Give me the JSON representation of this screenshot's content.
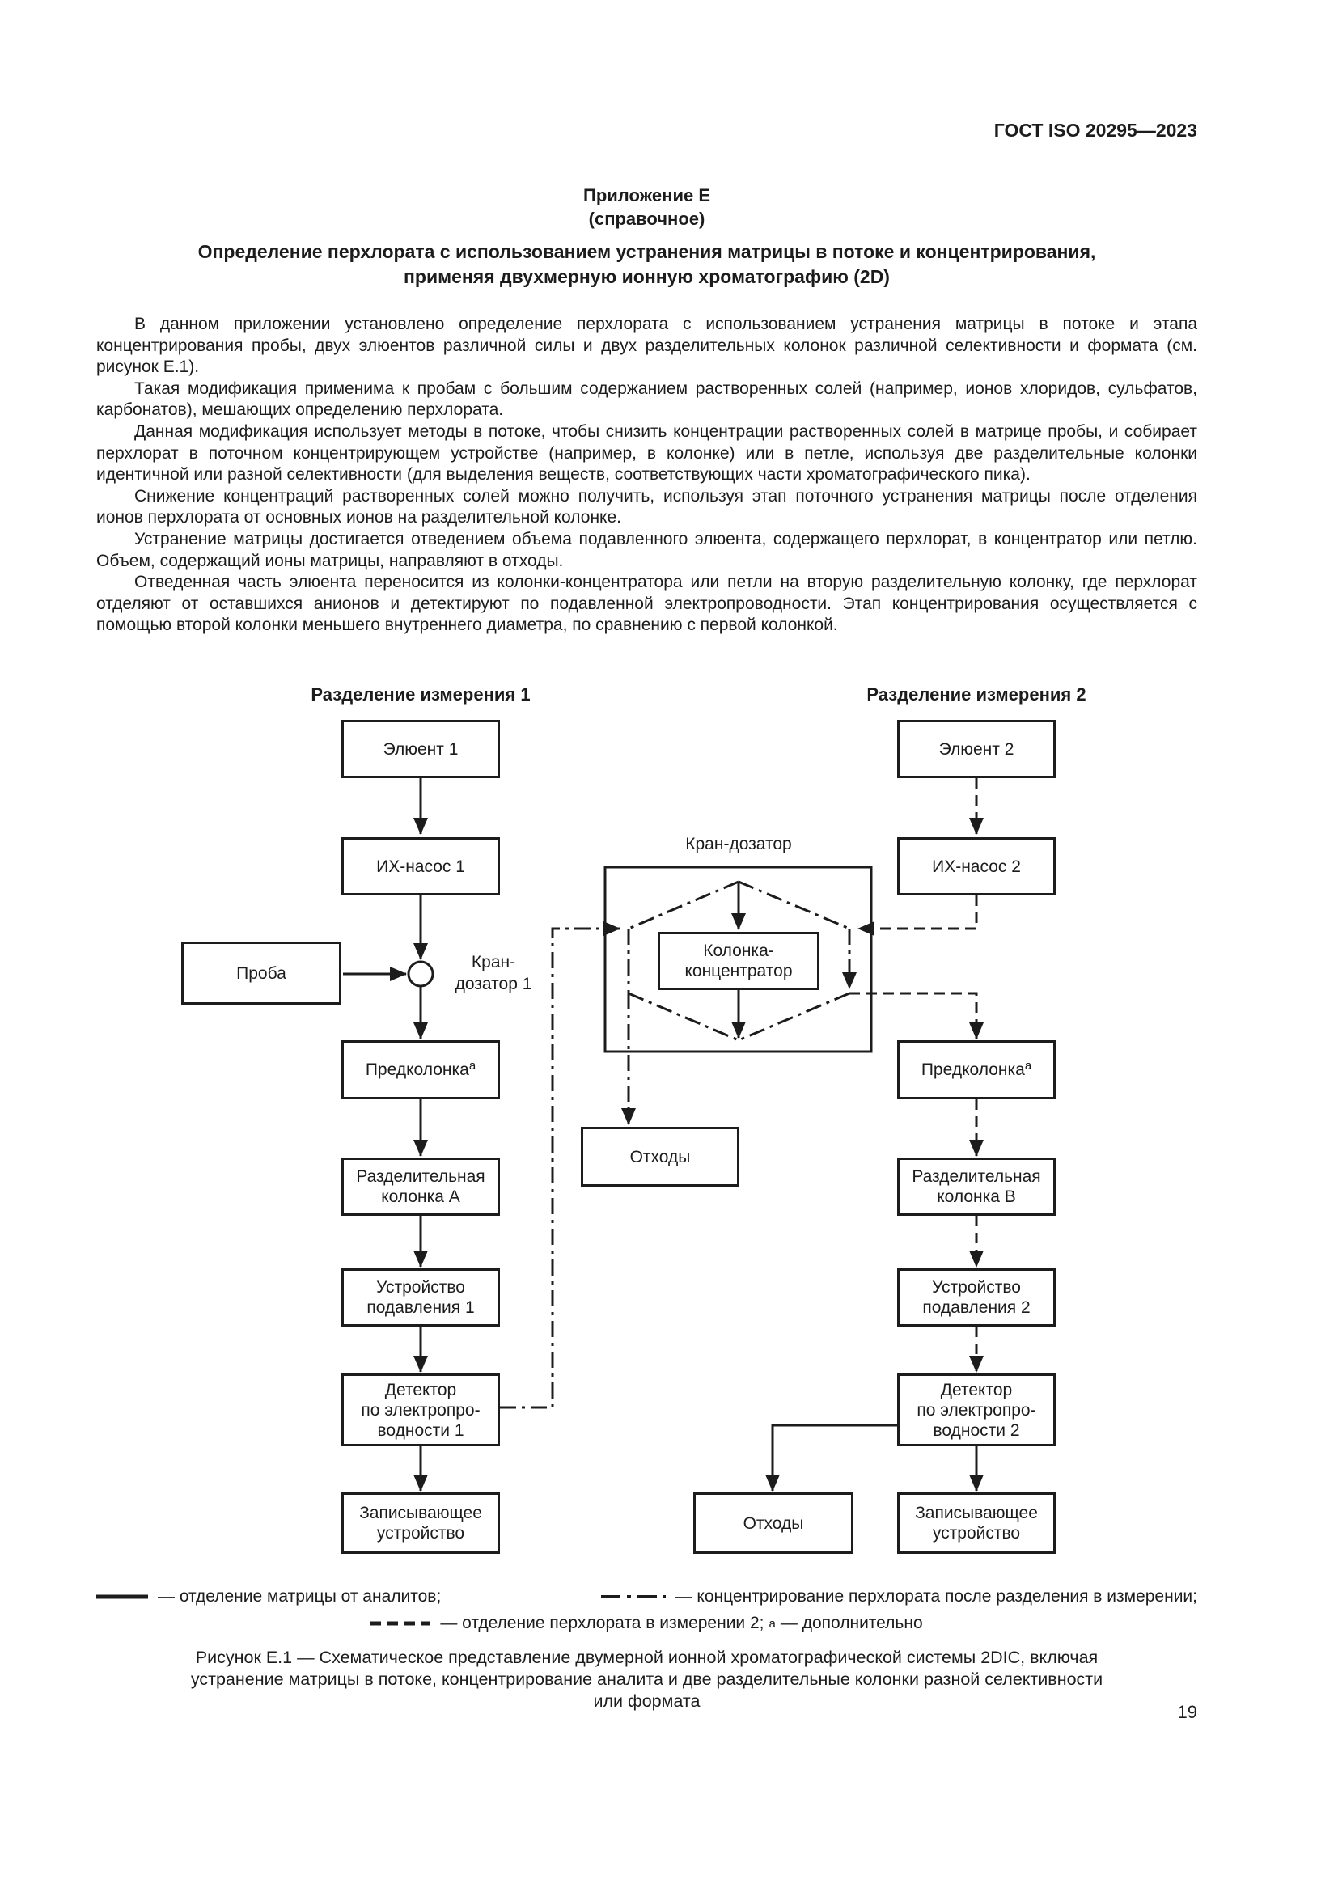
{
  "header": "ГОСТ ISO 20295—2023",
  "appendix": {
    "name": "Приложение Е",
    "kind": "(справочное)"
  },
  "title": "Определение перхлората с использованием устранения матрицы в потоке и концентрирования,\nприменяя двухмерную ионную хроматографию (2D)",
  "paragraphs": [
    "В данном приложении установлено определение перхлората с использованием устранения матрицы в потоке и этапа концентрирования пробы, двух элюентов различной силы и двух разделительных колонок различной селективности и формата (см. рисунок Е.1).",
    "Такая модификация применима к пробам с большим содержанием растворенных солей (например, ионов хлоридов, сульфатов, карбонатов), мешающих определению перхлората.",
    "Данная модификация использует методы в потоке, чтобы снизить концентрации растворенных солей в матрице пробы, и собирает перхлорат в поточном концентрирующем устройстве (например, в колонке) или в петле, используя две разделительные колонки идентичной или разной селективности (для выделения веществ, соответствующих части хроматографического пика).",
    "Снижение концентраций растворенных солей можно получить, используя этап поточного устранения матрицы после отделения ионов перхлората от основных ионов на разделительной колонке.",
    "Устранение матрицы достигается отведением объема подавленного элюента, содержащего перхлорат, в концентратор или петлю. Объем, содержащий ионы матрицы, направляют в отходы.",
    "Отведенная часть элюента переносится из колонки-концентратора или петли на вторую разделительную колонку, где перхлорат отделяют от оставшихся анионов и детектируют по подавленной электропроводности. Этап концентрирования осуществляется с помощью второй колонки меньшего внутреннего диаметра, по сравнению с первой колонкой."
  ],
  "figure": {
    "col1_header": "Разделение измерения 1",
    "col2_header": "Разделение измерения 2",
    "valve_label": "Кран-дозатор",
    "valve1_label": "Кран-\nдозатор 1",
    "boxes": {
      "eluent1": "Элюент 1",
      "pump1": "ИХ-насос 1",
      "sample": "Проба",
      "precolumn": "Предколонка",
      "precolumn_sup": "а",
      "sepcol_a": "Разделительная\nколонка А",
      "suppressor1": "Устройство\nподавления 1",
      "detector1": "Детектор\nпо электропро-\nводности 1",
      "recorder": "Записывающее\nустройство",
      "concentrator": "Колонка-\nконцентратор",
      "waste": "Отходы",
      "eluent2": "Элюент 2",
      "pump2": "ИХ-насос 2",
      "sepcol_b": "Разделительная\nколонка В",
      "suppressor2": "Устройство\nподавления 2",
      "detector2": "Детектор\nпо электропро-\nводности 2"
    }
  },
  "legend": {
    "solid_label": "— отделение матрицы от аналитов;",
    "dashdot_label": "— концентрирование перхлората после разделения в измерении;",
    "dashed_label": "— отделение перхлората в измерении 2;",
    "note_sup": "а",
    "note_label": "— дополнительно"
  },
  "caption": "Рисунок Е.1 — Схематическое представление двумерной ионной хроматографической системы 2DIC, включая\nустранение матрицы в потоке, концентрирование аналита и две разделительные колонки разной селективности\nили формата",
  "page_number": "19"
}
